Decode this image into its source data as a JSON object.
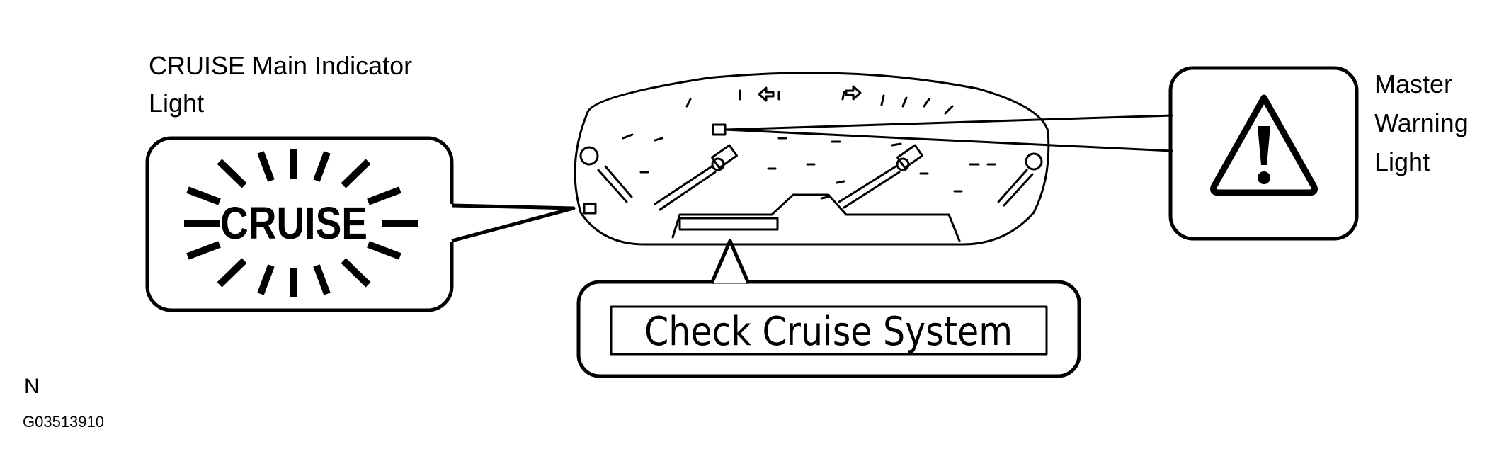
{
  "labels": {
    "cruise_indicator_line1": "CRUISE Main Indicator",
    "cruise_indicator_line2": "Light",
    "master_warning_line1": "Master",
    "master_warning_line2": "Warning",
    "master_warning_line3": "Light",
    "cruise_icon_text": "CRUISE",
    "display_message": "Check Cruise System"
  },
  "figure": {
    "orientation_mark": "N",
    "figure_id": "G03513910"
  }
}
